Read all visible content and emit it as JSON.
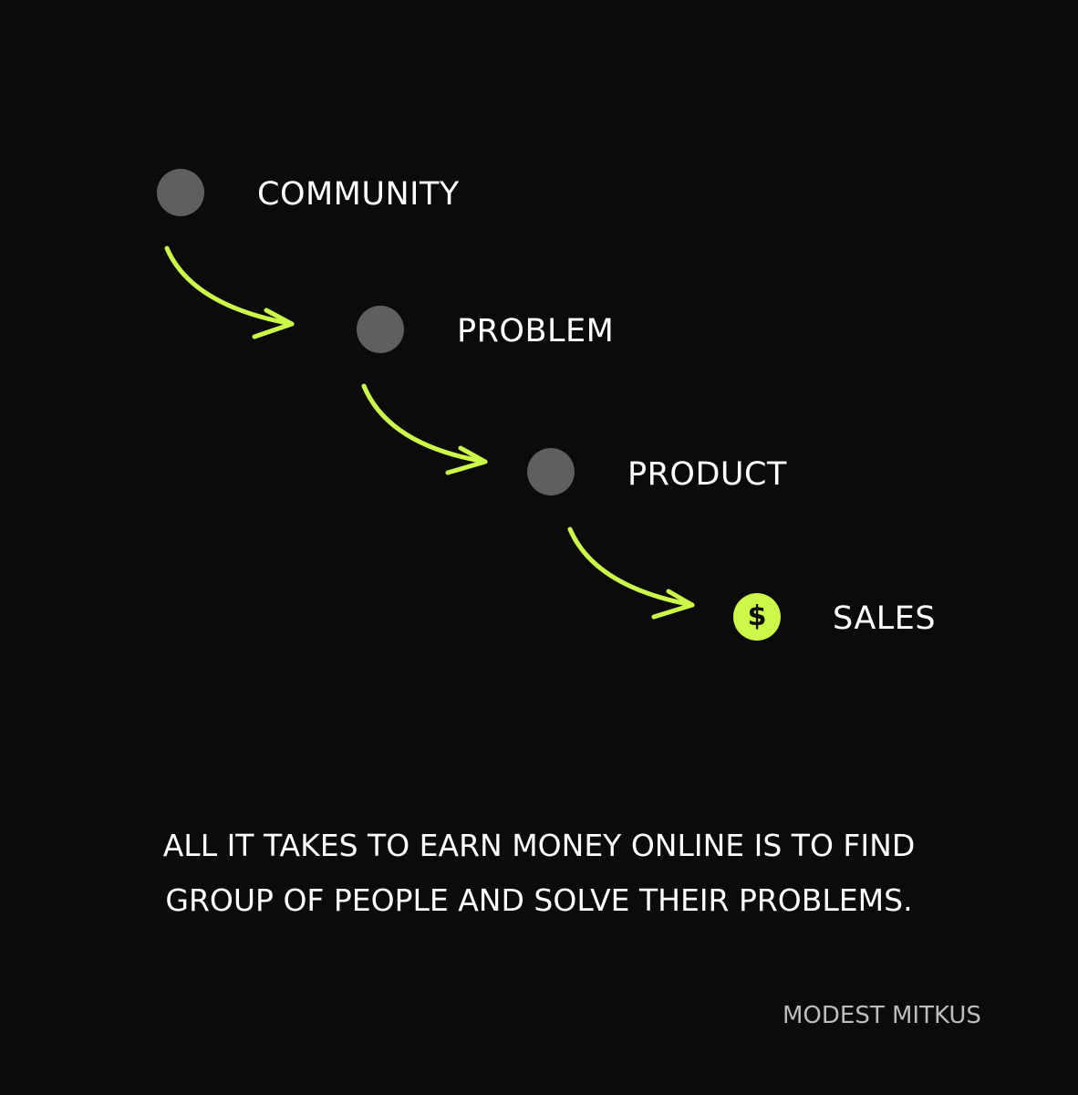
{
  "diagram": {
    "steps": [
      {
        "label": "COMMUNITY",
        "icon": "gray-dot-icon"
      },
      {
        "label": "PROBLEM",
        "icon": "gray-dot-icon"
      },
      {
        "label": "PRODUCT",
        "icon": "gray-dot-icon"
      },
      {
        "label": "SALES",
        "icon": "dollar-coin-icon",
        "glyph": "$"
      }
    ],
    "arrow_icon": "curved-arrow-icon"
  },
  "caption": {
    "line1": "ALL IT TAKES TO EARN MONEY ONLINE IS TO FIND",
    "line2": "GROUP OF PEOPLE AND SOLVE THEIR PROBLEMS."
  },
  "author": "MODEST MITKUS",
  "colors": {
    "background": "#0b0b0b",
    "accent": "#ccf84a",
    "node": "#5f5f5f",
    "text": "#ffffff",
    "author_text": "#bdbdbd"
  }
}
